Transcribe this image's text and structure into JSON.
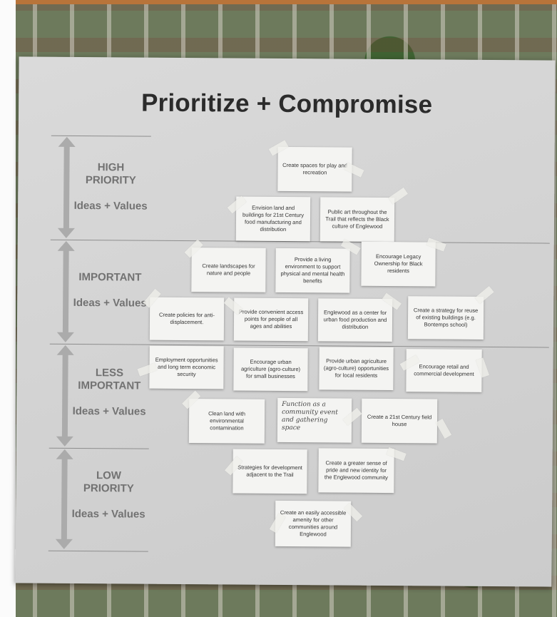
{
  "poster": {
    "title": "Prioritize + Compromise",
    "sections": [
      {
        "head": "HIGH PRIORITY",
        "sub": "Ideas + Values"
      },
      {
        "head": "IMPORTANT",
        "sub": "Ideas + Values"
      },
      {
        "head": "LESS IMPORTANT",
        "sub": "Ideas + Values"
      },
      {
        "head": "LOW PRIORITY",
        "sub": "Ideas + Values"
      }
    ],
    "cards": [
      "Create spaces for play and recreation",
      "Envision land and buildings for 21st Century food manufacturing and distribution",
      "Public art throughout the Trail that reflects the Black culture of Englewood",
      "Create landscapes for nature and people",
      "Provide a living environment to support physical and mental health benefits",
      "Encourage Legacy Ownership for Black residents",
      "Create policies for anti-displacement.",
      "Provide convenient access points for people of all ages and abilities",
      "Englewood as a center for urban food production and distribution",
      "Create a strategy for reuse of existing buildings (e.g. Bontemps school)",
      "Employment opportunities and long term economic security",
      "Encourage urban agriculture (agro-culture) for small businesses",
      "Provide urban agriculture (agro-culture) opportunities for local residents",
      "Encourage retail and commercial development",
      "Clean land with environmental contamination",
      "Function as a community event and gathering space",
      "Create a 21st Century field house",
      "Strategies for development adjacent to the Trail",
      "Create a greater sense of pride and new identity for the Englewood community",
      "Create an easily accessible amenity for other communities around Englewood"
    ]
  }
}
